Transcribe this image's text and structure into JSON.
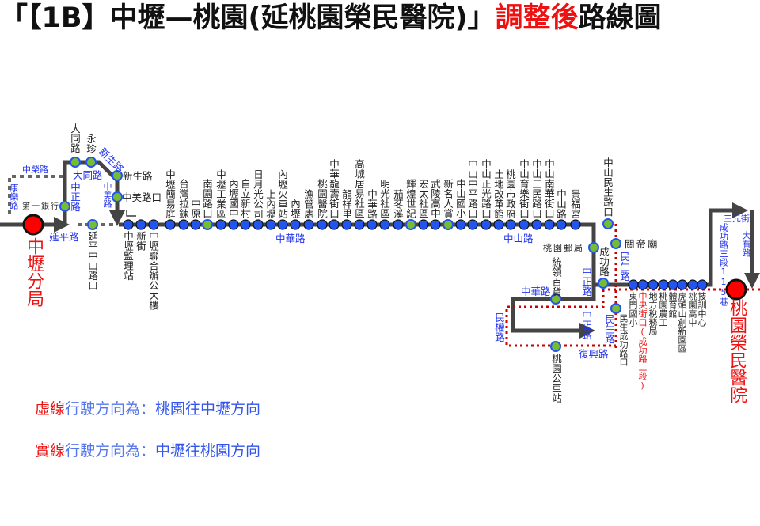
{
  "title": {
    "part1": "「【1B】中壢—桃園(延桃園榮民醫院)」",
    "part2": "調整後",
    "part3": "路線圖"
  },
  "terminals": {
    "start": "中壢分局",
    "end": "桃園榮民醫院"
  },
  "stations_above": [
    "中壢簡易庭",
    "台灣拉鍊",
    "中原",
    "南園路口",
    "中壢工業區",
    "內壢國中",
    "自立新村",
    "日月光公司",
    "上內壢",
    "內壢火車站",
    "內壢",
    "漁管處",
    "桃園醫院",
    "中華龍壽街口",
    "龍祥里",
    "高城居易社區",
    "中華路",
    "明光社區",
    "茄苳溪",
    "輝煌世紀",
    "宏太社區",
    "武陵高中",
    "新名人賞",
    "中山國小",
    "中山中平路口",
    "中山正光路口",
    "土地改革館",
    "桃園市政府",
    "中山育樂街口",
    "中山三民路口",
    "中山南華街口",
    "中山路",
    "景福宮"
  ],
  "stations_below": [
    "中壢監理站",
    "新街",
    "中壢聯合辦公大樓"
  ],
  "stations_east": [
    "東門國小",
    "中央街口(成功路二段)",
    "地方稅務局",
    "桃園農工",
    "體育館",
    "虎頭山創新園區",
    "桃園高中",
    "技訓中心"
  ],
  "stations_misc": {
    "first_bank": "第一銀行",
    "datong": "大同路",
    "yongzhen": "永珍",
    "xinsheng": "新生路",
    "zhongmei": "中美路口",
    "yanping_zhongshan": "延平中山路口",
    "zhongshan_minsheng": "中山民生路口",
    "post_office": "桃園郵局",
    "guandi": "關帝廟",
    "chenggong": "成功路",
    "tongling": "統領百貨",
    "bus_station": "桃園公車站",
    "minsheng_chenggong": "民生成功路口"
  },
  "roads": {
    "zhonghua": "中華路",
    "zhongshan": "中山路",
    "zhongrong": "中榮路",
    "kangle": "康樂路",
    "datong": "大同路",
    "zhongzheng": "中正路",
    "zhongmei": "中美路",
    "xinsheng": "新生路",
    "yanping": "延平路",
    "minquan": "民權路",
    "fuxing": "復興路",
    "minsheng": "民生路",
    "sanyuan": "三元街",
    "chenggong115": "成功路三段115巷",
    "dayou": "大有路"
  },
  "legend": {
    "dashed_key": "虛線",
    "dashed_mid": "行駛方向為：",
    "dashed_dir": "桃園往中壢方向",
    "solid_key": "實線",
    "solid_mid": "行駛方向為：",
    "solid_dir": "中壢往桃園方向"
  },
  "colors": {
    "line": "#444444",
    "dashed": "#cc0000",
    "station": "#2255ee",
    "transfer": "#77bb33",
    "terminal": "#ff0000",
    "road": "#2233ee"
  }
}
